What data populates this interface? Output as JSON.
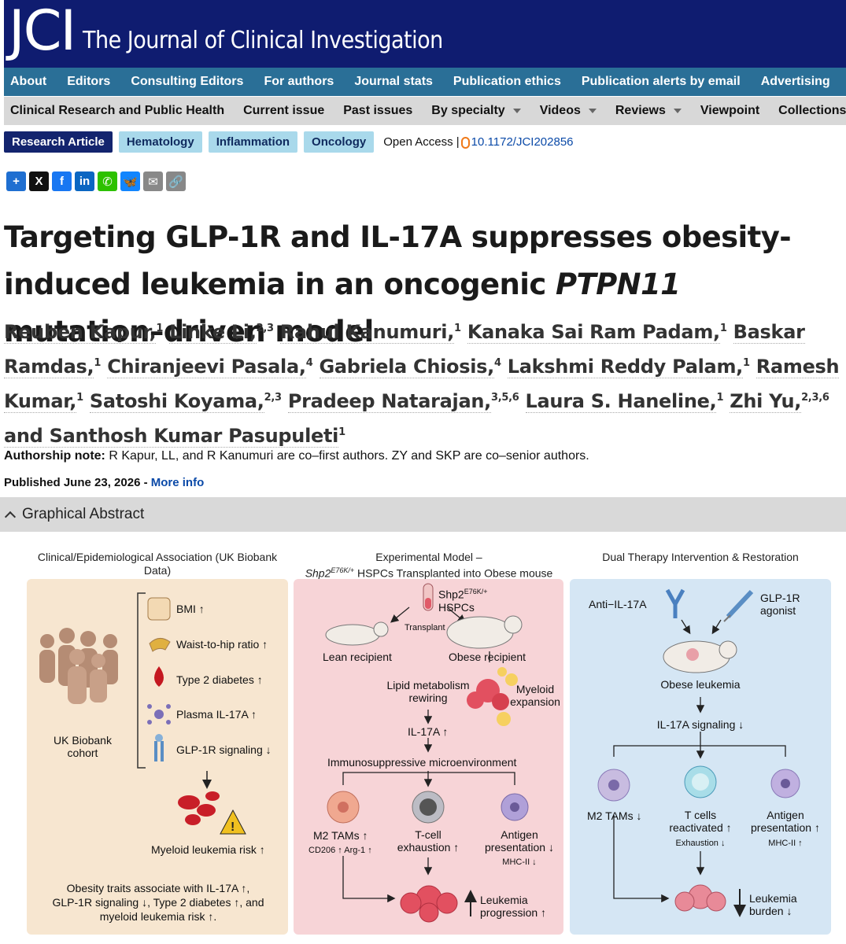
{
  "header": {
    "logo": "JCI",
    "journal_name": "The Journal of Clinical Investigation"
  },
  "nav_primary": [
    "About",
    "Editors",
    "Consulting Editors",
    "For authors",
    "Journal stats",
    "Publication ethics",
    "Publication alerts by email",
    "Advertising"
  ],
  "nav_secondary": [
    {
      "label": "Clinical Research and Public Health",
      "dropdown": false
    },
    {
      "label": "Current issue",
      "dropdown": false
    },
    {
      "label": "Past issues",
      "dropdown": false
    },
    {
      "label": "By specialty",
      "dropdown": true
    },
    {
      "label": "Videos",
      "dropdown": true
    },
    {
      "label": "Reviews",
      "dropdown": true
    },
    {
      "label": "Viewpoint",
      "dropdown": false
    },
    {
      "label": "Collections",
      "dropdown": false
    }
  ],
  "tags": {
    "article_type": "Research Article",
    "topics": [
      "Hematology",
      "Inflammation",
      "Oncology"
    ],
    "access": "Open Access |",
    "doi": "10.1172/JCI202856"
  },
  "share": [
    {
      "icon": "plus-icon",
      "glyph": "+",
      "color": "#1f6fd1"
    },
    {
      "icon": "x-icon",
      "glyph": "X",
      "color": "#111111"
    },
    {
      "icon": "facebook-icon",
      "glyph": "f",
      "color": "#1877f2"
    },
    {
      "icon": "linkedin-icon",
      "glyph": "in",
      "color": "#0a66c2"
    },
    {
      "icon": "wechat-icon",
      "glyph": "✆",
      "color": "#2dc100"
    },
    {
      "icon": "bluesky-icon",
      "glyph": "🦋",
      "color": "#1185fe"
    },
    {
      "icon": "email-icon",
      "glyph": "✉",
      "color": "#888888"
    },
    {
      "icon": "copy-link-icon",
      "glyph": "🔗",
      "color": "#888888"
    }
  ],
  "article": {
    "title_part1": "Targeting GLP-1R and IL-17A suppresses obesity-induced leukemia in an oncogenic ",
    "title_gene": "PTPN11",
    "title_part2": " mutation–driven model",
    "authors": [
      {
        "name": "Reuben Kapur,",
        "aff": "1"
      },
      {
        "name": "Linke Li,",
        "aff": "2,3"
      },
      {
        "name": "Rahul Kanumuri,",
        "aff": "1"
      },
      {
        "name": "Kanaka Sai Ram Padam,",
        "aff": "1"
      },
      {
        "name": "Baskar Ramdas,",
        "aff": "1"
      },
      {
        "name": "Chiranjeevi Pasala,",
        "aff": "4"
      },
      {
        "name": "Gabriela Chiosis,",
        "aff": "4"
      },
      {
        "name": "Lakshmi Reddy Palam,",
        "aff": "1"
      },
      {
        "name": "Ramesh Kumar,",
        "aff": "1"
      },
      {
        "name": "Satoshi Koyama,",
        "aff": "2,3"
      },
      {
        "name": "Pradeep Natarajan,",
        "aff": "3,5,6"
      },
      {
        "name": "Laura S. Haneline,",
        "aff": "1"
      },
      {
        "name": "Zhi Yu,",
        "aff": "2,3,6"
      },
      {
        "name": "and Santhosh Kumar Pasupuleti",
        "aff": "1"
      }
    ],
    "authorship_label": "Authorship note:",
    "authorship_text": " R Kapur, LL, and R Kanumuri are co–first authors. ZY and SKP are co–senior authors.",
    "published": "Published June 23, 2026 - ",
    "more_info": "More info"
  },
  "graphical_abstract": {
    "bar_label": "Graphical Abstract",
    "panel1": {
      "header": "Clinical/Epidemiological Association\n(UK Biobank Data)",
      "cohort": "UK Biobank\ncohort",
      "traits": [
        "BMI ↑",
        "Waist-to-hip ratio ↑",
        "Type 2 diabetes ↑",
        "Plasma IL-17A ↑",
        "GLP-1R signaling ↓"
      ],
      "risk": "Myeloid leukemia risk ↑",
      "summary": "Obesity traits associate with IL-17A ↑,\nGLP-1R signaling ↓, Type 2 diabetes ↑, and\nmyeloid leukemia risk ↑."
    },
    "panel2": {
      "header_line1": "Experimental Model –",
      "header_gene": "Shp2",
      "header_sup": "E76K/+",
      "header_rest": " HSPCs Transplanted into Obese mouse",
      "hspc_gene": "Shp2",
      "hspc_sup": "E76K/+",
      "hspc_label": "HSPCs",
      "transplant": "Transplant",
      "lean": "Lean recipient",
      "obese": "Obese recipient",
      "lipid": "Lipid metabolism\nrewiring",
      "myeloid": "Myeloid\nexpansion",
      "il17": "IL-17A ↑",
      "immuno": "Immunosuppressive microenvironment",
      "m2": "M2 TAMs ↑",
      "m2_markers": "CD206 ↑ Arg-1 ↑",
      "tcell": "T-cell\nexhaustion ↑",
      "antigen": "Antigen\npresentation ↓",
      "antigen_markers": "MHC-II ↓",
      "progression": "Leukemia\nprogression ↑"
    },
    "panel3": {
      "header": "Dual Therapy Intervention\n& Restoration",
      "anti": "Anti−IL-17A",
      "glp": "GLP-1R\nagonist",
      "obese_leuk": "Obese leukemia",
      "il17": "IL-17A signaling ↓",
      "m2": "M2 TAMs ↓",
      "tcells": "T cells\nreactivated ↑",
      "tcells_markers": "Exhaustion ↓",
      "antigen": "Antigen\npresentation ↑",
      "antigen_markers": "MHC-II ↑",
      "burden": "Leukemia\nburden ↓"
    }
  }
}
